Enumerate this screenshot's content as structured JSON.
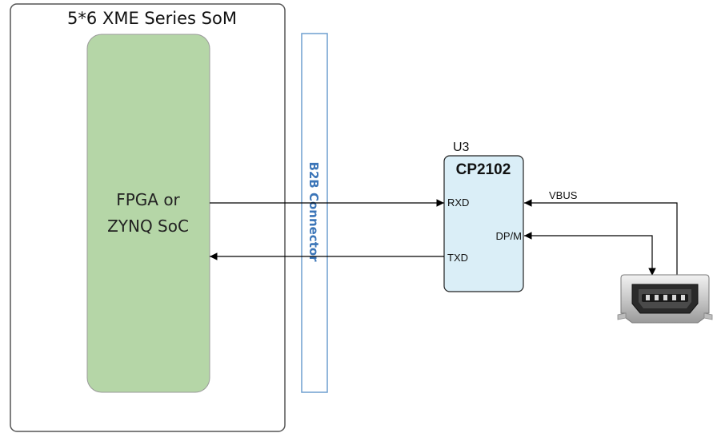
{
  "som": {
    "title": "5*6 XME Series SoM"
  },
  "fpga": {
    "line1": "FPGA or",
    "line2": "ZYNQ SoC"
  },
  "connector": {
    "label": "B2B Connector"
  },
  "chip": {
    "ref": "U3",
    "name": "CP2102",
    "pins": {
      "rxd": "RXD",
      "txd": "TXD",
      "dpm": "DP/M"
    }
  },
  "signals": {
    "vbus": "VBUS"
  },
  "usb": {
    "icon": "mini-usb-connector-icon"
  },
  "colors": {
    "fpga_fill": "#b5d6a7",
    "chip_fill": "#daeef7",
    "b2b_text": "#3b75b8",
    "b2b_border": "#6f9fcf"
  }
}
